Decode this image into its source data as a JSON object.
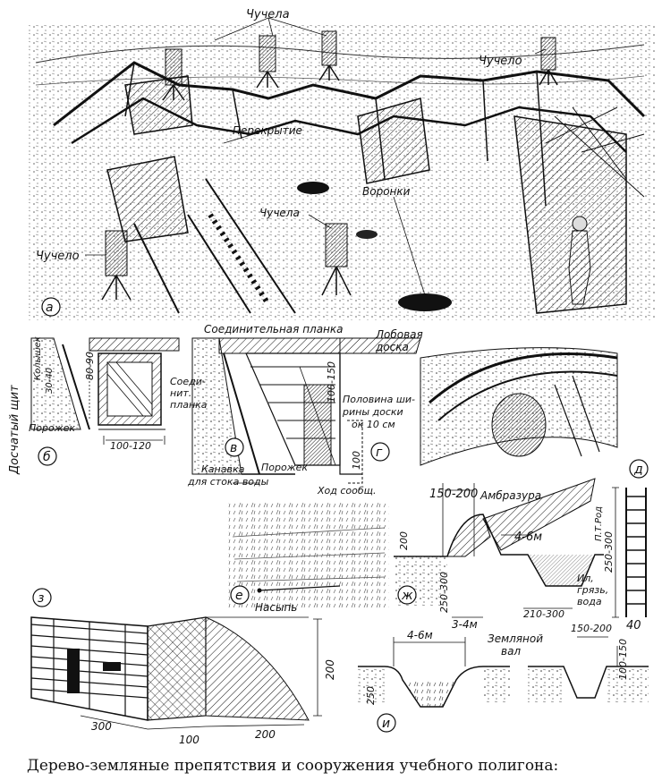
{
  "caption": "Дерево-земляные препятствия и сооружения учебного полигона:",
  "panel_letters": {
    "a": "а",
    "b": "б",
    "v": "в",
    "g": "г",
    "d": "д",
    "e": "е",
    "zh": "ж",
    "z": "з",
    "i": "и"
  },
  "labels": {
    "chuchela": "Чучела",
    "chuchelo": "Чучело",
    "perekrytie": "Перекрытие",
    "voronki": "Воронки",
    "doschaty_shchit": "Досчатый щит",
    "kolyshek": "Колышек",
    "porozhek": "Порожек",
    "soedinit_planka_short": "Соедини-\nнит.\nпланка",
    "soedinitelnaya_planka": "Соединительная планка",
    "lobovaya_doska": "Лобовая\nдоска",
    "polovina_shiriny": "Половина ши-\nрины доски\nок 10 см",
    "kanavka": "Канавка\nдля стока воды",
    "porozhek2": "Порожек",
    "khod_soobshch": "Ход сообщ.",
    "ambrazura": "Амбразура",
    "nasyp": "Насыпь",
    "zemlyanoy_val": "Земляной\nвал",
    "il_gryaz_voda": "Ил,\nгрязь,\nвода",
    "ppod": "П.Т.Род"
  },
  "dims": {
    "d_80_90": "80-90",
    "d_30_40": "30-40",
    "d_100_120": "100-120",
    "d_100_150": "100-150",
    "d_100": "100",
    "d_150_200": "150-200",
    "d_200": "200",
    "d_4_6m": "4-6м",
    "d_250_300": "250-300",
    "d_3_4m": "3-4м",
    "d_210_300": "210-300",
    "d_250_300_r": "250-300",
    "d_40": "40",
    "d_200_z": "200",
    "d_300": "300",
    "d_100_z": "100",
    "d_200_b": "200",
    "d_4_6m_i": "4-6м",
    "d_150_200_i": "150-200",
    "d_100_150_i": "100-150",
    "d_250": "250"
  }
}
